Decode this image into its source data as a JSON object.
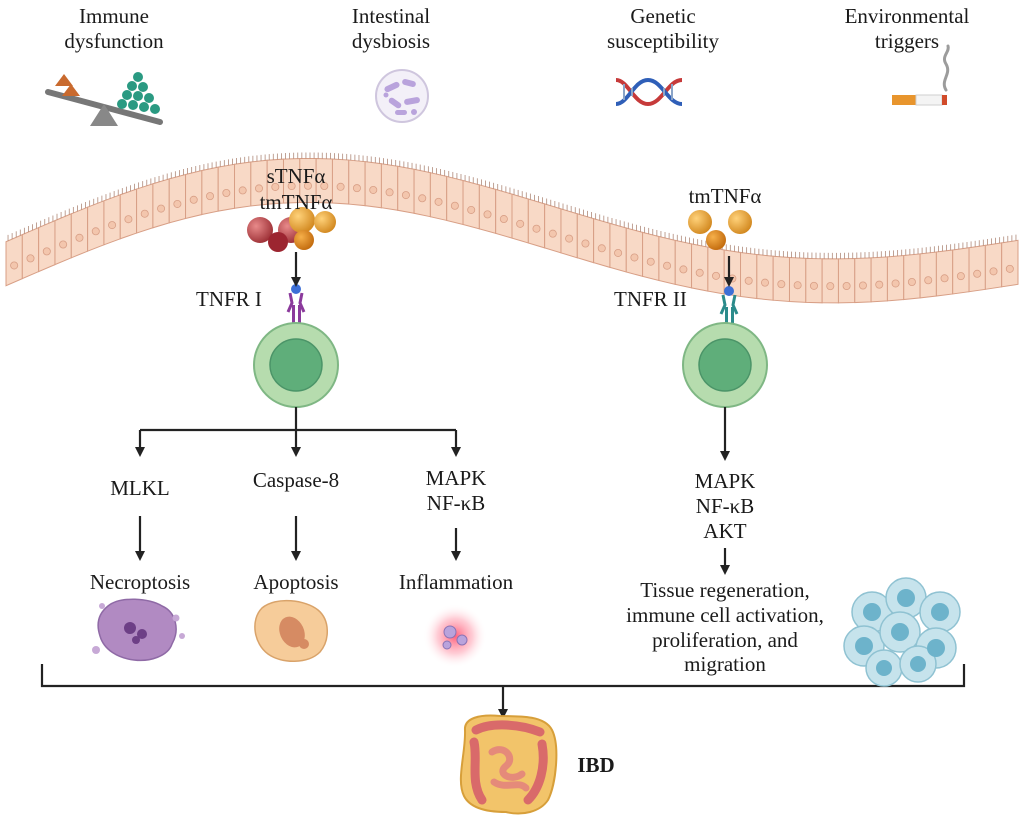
{
  "factors": [
    {
      "line1": "Immune",
      "line2": "dysfunction",
      "icon": "seesaw-icon"
    },
    {
      "line1": "Intestinal",
      "line2": "dysbiosis",
      "icon": "microbes-icon"
    },
    {
      "line1": "Genetic",
      "line2": "susceptibility",
      "icon": "dna-icon"
    },
    {
      "line1": "Environmental",
      "line2": "triggers",
      "icon": "cigarette-icon"
    }
  ],
  "left_branch": {
    "ligands": [
      "sTNFα",
      "tmTNFα"
    ],
    "receptor": "TNFR I",
    "pathways": [
      {
        "label": "MLKL",
        "outcome": "Necroptosis"
      },
      {
        "label": "Caspase-8",
        "outcome": "Apoptosis"
      },
      {
        "label_line1": "MAPK",
        "label_line2": "NF-κB",
        "outcome": "Inflammation"
      }
    ]
  },
  "right_branch": {
    "ligand": "tmTNFα",
    "receptor": "TNFR II",
    "signals": [
      "MAPK",
      "NF-κB",
      "AKT"
    ],
    "outcome_lines": [
      "Tissue regeneration,",
      "immune cell activation,",
      "proliferation, and",
      "migration"
    ]
  },
  "result": "IBD",
  "colors": {
    "epithelium_fill": "#f8d9c6",
    "epithelium_stroke": "#d89f86",
    "cell_outer": "#a9d6a2",
    "cell_inner": "#5fae7a",
    "tnf_red": "#a63d3d",
    "tnf_gold": "#e0a030",
    "receptor_1": "#8b3a9c",
    "receptor_2": "#2b8b8b",
    "arrow": "#222222"
  }
}
